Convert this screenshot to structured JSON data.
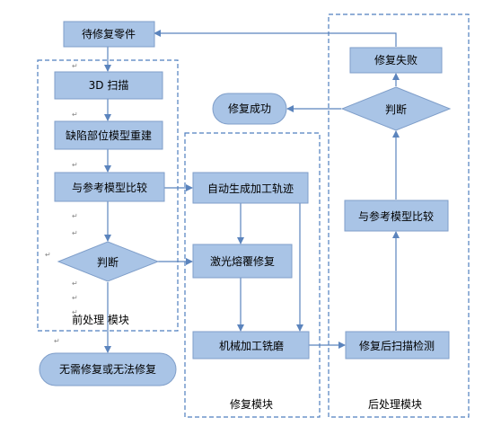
{
  "nodes": {
    "pending_parts": "待修复零件",
    "scan_3d": "3D  扫描",
    "defect_rebuild": "缺陷部位模型重建",
    "compare_ref_pre": "与参考模型比较",
    "judge_pre": "判断",
    "no_repair": "无需修复或无法修复",
    "auto_path": "自动生成加工轨迹",
    "laser_clad": "激光熔覆修复",
    "machining": "机械加工铣磨",
    "post_scan": "修复后扫描检测",
    "compare_ref_post": "与参考模型比较",
    "judge_post": "判断",
    "repair_fail": "修复失败",
    "repair_success": "修复成功"
  },
  "modules": {
    "pre": "前处理  模块",
    "repair": "修复模块",
    "post": "后处理模块"
  },
  "colors": {
    "box_fill": "#a9c4e6",
    "box_stroke": "#7f9ec9",
    "arrow": "#5b84bd",
    "dash": "#4f7fbf"
  }
}
